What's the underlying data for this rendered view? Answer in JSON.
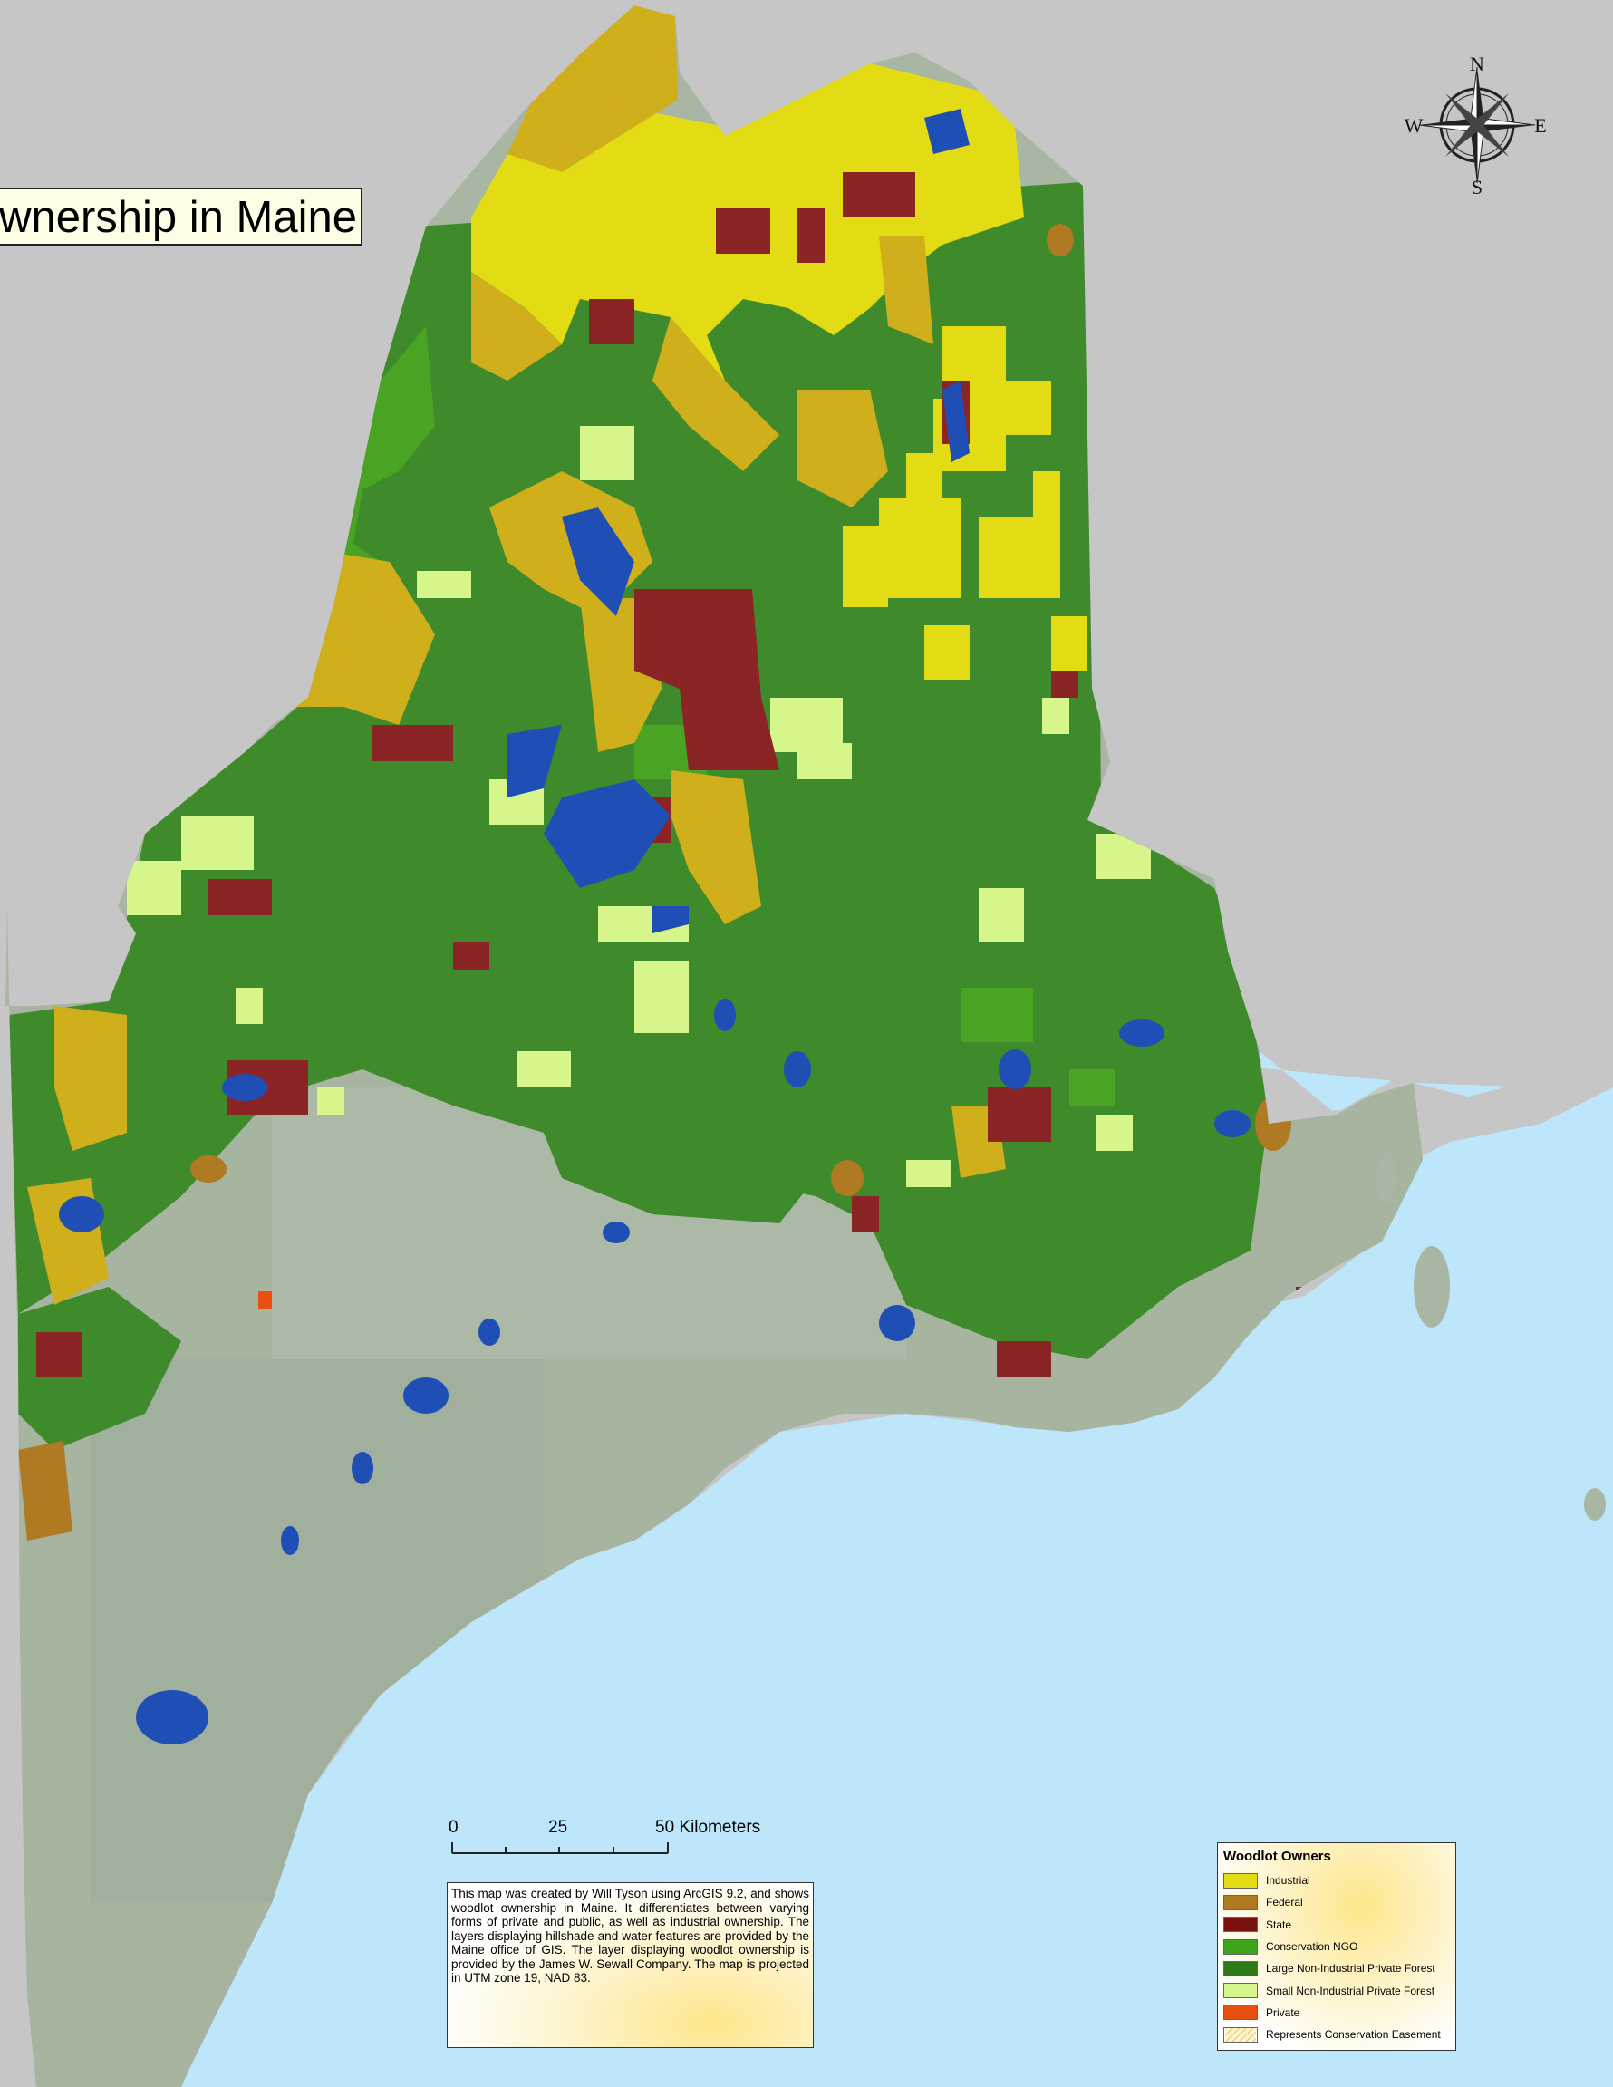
{
  "map": {
    "title": "wnership in Maine",
    "colors": {
      "background_land_outside": "#c6c6c6",
      "ocean": "#bde6fb",
      "hillshade": "#a9b6a3",
      "water": "#1f4fb5"
    }
  },
  "compass": {
    "north": "N",
    "south": "S",
    "east": "E",
    "west": "W"
  },
  "scale_bar": {
    "labels": [
      "0",
      "25",
      "50 Kilometers"
    ]
  },
  "note": {
    "text": "This map was created by Will Tyson using ArcGIS 9.2, and shows woodlot ownership in Maine. It differentiates between varying forms of private and public, as well as industrial ownership. The layers displaying hillshade and water features are provided by the Maine office of GIS. The layer displaying woodlot ownership is provided by the James W. Sewall Company. The map is projected in UTM zone 19, NAD 83."
  },
  "legend": {
    "title": "Woodlot Owners",
    "items": [
      {
        "label": "Industrial",
        "color": "#e3dc14",
        "pattern": "solid"
      },
      {
        "label": "Federal",
        "color": "#b07a22",
        "pattern": "solid"
      },
      {
        "label": "State",
        "color": "#7a1010",
        "pattern": "solid"
      },
      {
        "label": "Conservation NGO",
        "color": "#3da51a",
        "pattern": "solid"
      },
      {
        "label": "Large Non-Industrial Private Forest",
        "color": "#2f7a18",
        "pattern": "solid"
      },
      {
        "label": "Small Non-Industrial Private Forest",
        "color": "#d6f58a",
        "pattern": "solid"
      },
      {
        "label": "Private",
        "color": "#e85010",
        "pattern": "solid"
      },
      {
        "label": "Represents Conservation Easement",
        "color": "#e8c36a",
        "pattern": "hatch"
      }
    ]
  }
}
